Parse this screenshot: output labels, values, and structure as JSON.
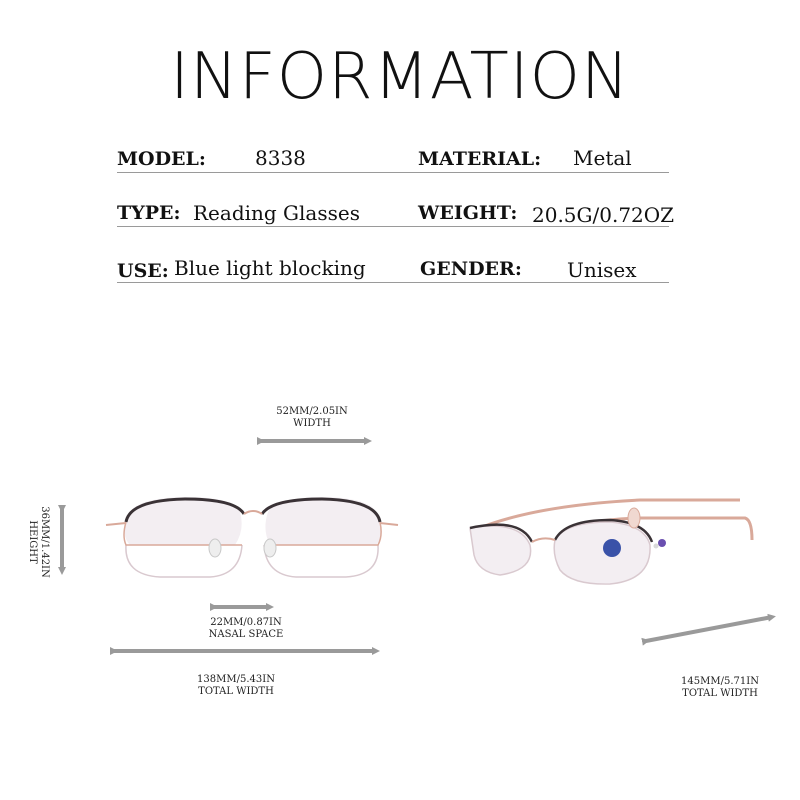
{
  "title": "INFORMATION",
  "specs": {
    "model": {
      "label": "MODEL:",
      "value": "8338"
    },
    "material": {
      "label": "MATERIAL:",
      "value": "Metal"
    },
    "type": {
      "label": "TYPE:",
      "value": "Reading Glasses"
    },
    "weight": {
      "label": "WEIGHT:",
      "value": "20.5G/0.72OZ"
    },
    "use": {
      "label": "USE:",
      "value": "Blue light blocking"
    },
    "gender": {
      "label": "GENDER:",
      "value": "Unisex"
    }
  },
  "dimensions": {
    "lens_width": {
      "value": "52MM/2.05IN",
      "label": "WIDTH"
    },
    "lens_height": {
      "value": "36MM/1.42IN",
      "label": "HEIGHT"
    },
    "nasal_space": {
      "value": "22MM/0.87IN",
      "label": "NASAL SPACE"
    },
    "frame_width": {
      "value": "138MM/5.43IN",
      "label": "TOTAL WIDTH"
    },
    "temple_length": {
      "value": "145MM/5.71IN",
      "label": "TOTAL WIDTH"
    }
  },
  "colors": {
    "frame_top": "#3a3236",
    "frame_metal": "#d9a99a",
    "arrow": "#9a9a9a",
    "lens_tint": "#f1ecf0"
  },
  "icons": [
    "front-glasses-image",
    "side-glasses-image",
    "dimension-arrow"
  ]
}
